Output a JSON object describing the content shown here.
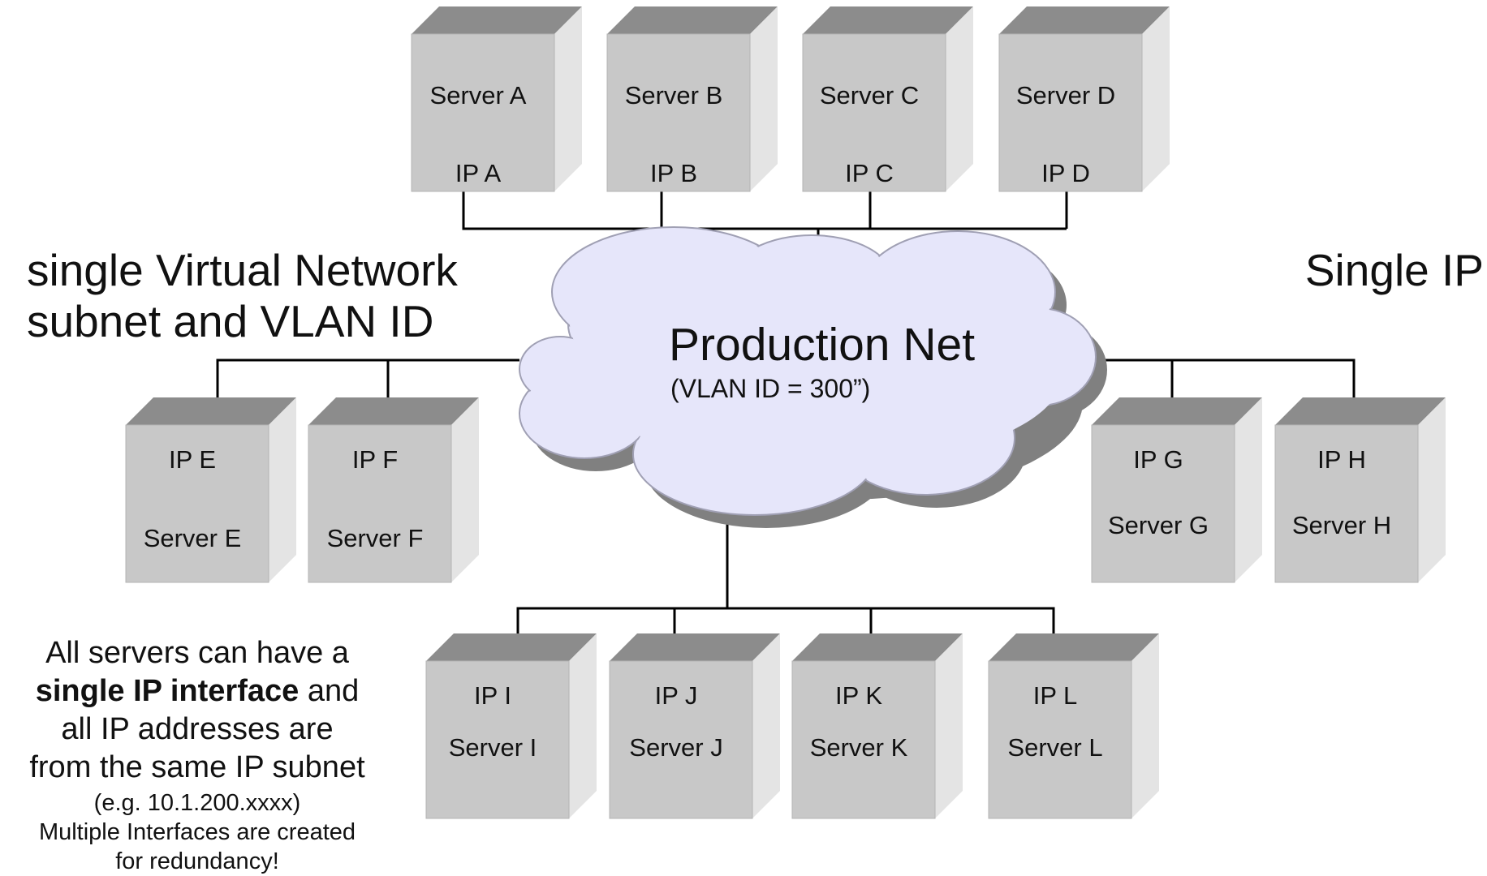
{
  "headings": {
    "left_line1": "single Virtual Network",
    "left_line2": "subnet and VLAN ID",
    "right": "Single IP"
  },
  "network": {
    "name": "Production Net",
    "vlan": "(VLAN ID = 300”)"
  },
  "servers": [
    {
      "name": "Server A",
      "ip": "IP A"
    },
    {
      "name": "Server B",
      "ip": "IP B"
    },
    {
      "name": "Server C",
      "ip": "IP C"
    },
    {
      "name": "Server D",
      "ip": "IP D"
    },
    {
      "name": "Server E",
      "ip": "IP E"
    },
    {
      "name": "Server F",
      "ip": "IP F"
    },
    {
      "name": "Server G",
      "ip": "IP G"
    },
    {
      "name": "Server H",
      "ip": "IP H"
    },
    {
      "name": "Server I",
      "ip": "IP I"
    },
    {
      "name": "Server J",
      "ip": "IP J"
    },
    {
      "name": "Server K",
      "ip": "IP K"
    },
    {
      "name": "Server L",
      "ip": "IP L"
    }
  ],
  "note": {
    "line1": "All servers can have a",
    "line2_bold": "single IP interface",
    "line2_rest": " and",
    "line3": "all IP addresses are",
    "line4": "from the same IP subnet",
    "example": "(e.g. 10.1.200.xxxx)",
    "line5": "Multiple Interfaces are created",
    "line6": "for redundancy!"
  },
  "colors": {
    "cloud_fill": "#e6e6fa",
    "cloud_shadow": "#808080",
    "box_front": "#c8c8c8",
    "box_top": "#8c8c8c",
    "box_side": "#e4e4e4",
    "line": "#000000"
  }
}
